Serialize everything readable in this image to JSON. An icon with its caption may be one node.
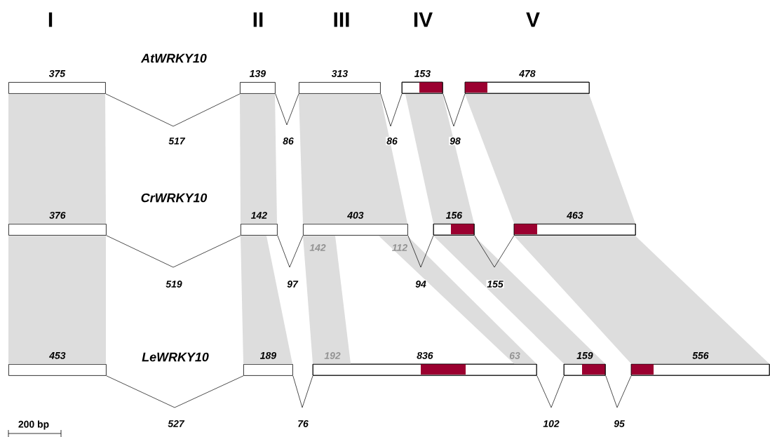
{
  "diagram": {
    "nodes": [
      {
        "text": [
          "375"
        ]
      },
      {
        "text": [
          "139"
        ]
      },
      {
        "text": [
          "313"
        ]
      },
      {
        "text": [
          "153"
        ]
      },
      {
        "text": [
          "478"
        ]
      },
      {
        "text": [
          "376"
        ]
      },
      {
        "text": [
          "142"
        ]
      },
      {
        "text": [
          "403"
        ]
      },
      {
        "text": [
          "156"
        ]
      },
      {
        "text": [
          "463"
        ]
      },
      {
        "text": [
          "453"
        ]
      },
      {
        "text": [
          "189"
        ]
      },
      {
        "text": [
          "836"
        ]
      },
      {
        "text": [
          "159"
        ]
      },
      {
        "text": [
          "556"
        ]
      }
    ],
    "edges": [
      {
        "from": 0,
        "to": 1,
        "arrow": "none",
        "label": "517"
      },
      {
        "from": 1,
        "to": 2,
        "arrow": "none",
        "label": "86"
      },
      {
        "from": 2,
        "to": 3,
        "arrow": "none",
        "label": "86"
      },
      {
        "from": 3,
        "to": 4,
        "arrow": "none",
        "label": "98"
      },
      {
        "from": 5,
        "to": 6,
        "arrow": "none",
        "label": "519"
      },
      {
        "from": 6,
        "to": 7,
        "arrow": "none",
        "label": "97"
      },
      {
        "from": 7,
        "to": 8,
        "arrow": "none",
        "label": "94"
      },
      {
        "from": 8,
        "to": 9,
        "arrow": "none",
        "label": "155"
      },
      {
        "from": 10,
        "to": 11,
        "arrow": "none",
        "label": "527"
      },
      {
        "from": 11,
        "to": 12,
        "arrow": "none",
        "label": "76"
      },
      {
        "from": 12,
        "to": 13,
        "arrow": "none",
        "label": "102"
      },
      {
        "from": 13,
        "to": 14,
        "arrow": "none",
        "label": "95"
      },
      {
        "from": 0,
        "to": 5,
        "arrow": "none",
        "color": "#dddddd"
      },
      {
        "from": 1,
        "to": 6,
        "arrow": "none",
        "color": "#dddddd"
      },
      {
        "from": 2,
        "to": 7,
        "arrow": "none",
        "color": "#dddddd"
      },
      {
        "from": 3,
        "to": 8,
        "arrow": "none",
        "color": "#dddddd"
      },
      {
        "from": 4,
        "to": 9,
        "arrow": "none",
        "color": "#dddddd"
      },
      {
        "from": 5,
        "to": 10,
        "arrow": "none",
        "color": "#dddddd"
      },
      {
        "from": 6,
        "to": 11,
        "arrow": "none",
        "color": "#dddddd"
      },
      {
        "from": 7,
        "to": 12,
        "arrow": "none",
        "color": "#dddddd"
      },
      {
        "from": 7,
        "to": 12,
        "arrow": "none",
        "color": "#dddddd"
      },
      {
        "from": 8,
        "to": 13,
        "arrow": "none",
        "color": "#dddddd"
      },
      {
        "from": 9,
        "to": 14,
        "arrow": "none",
        "color": "#dddddd"
      }
    ],
    "labels": [
      "I",
      "II",
      "III",
      "IV",
      "V",
      "AtWRKY10",
      "CrWRKY10",
      "142",
      "112",
      "LeWRKY10",
      "192",
      "63",
      "200 bp"
    ]
  }
}
